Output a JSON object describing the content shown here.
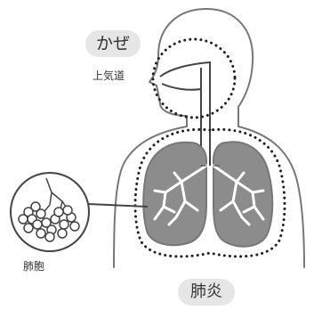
{
  "labels": {
    "cold": "かぜ",
    "upper_airway": "上気道",
    "alveoli": "肺胞",
    "pneumonia": "肺炎"
  },
  "colors": {
    "outline": "#777777",
    "lung_fill": "#8c8c8c",
    "dots": "#222222",
    "tag_bg": "#e6e6e6"
  }
}
